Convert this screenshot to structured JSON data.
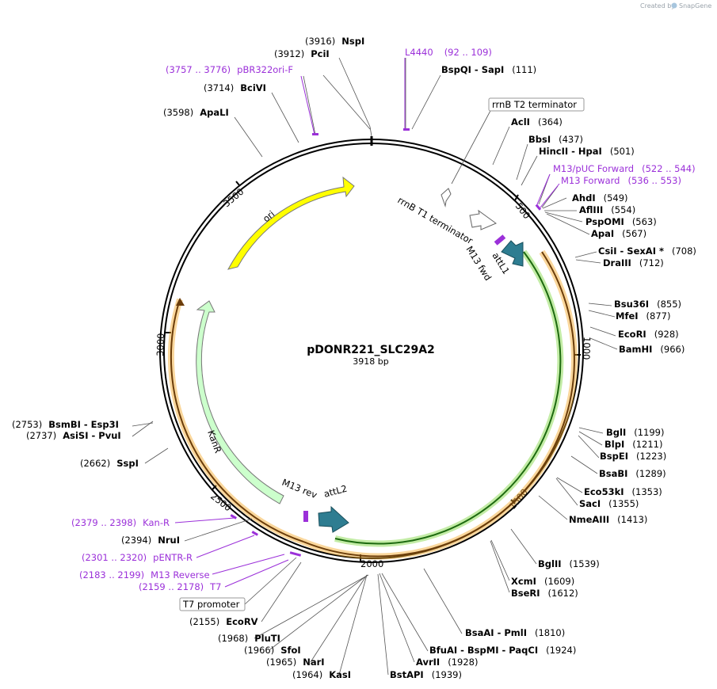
{
  "credit": {
    "text": "Created by",
    "brand": "SnapGene"
  },
  "plasmid": {
    "name": "pDONR221_SLC29A2",
    "length": "3918 bp",
    "total_bp": 3918
  },
  "ticks": [
    "500",
    "1000",
    "1500",
    "2000",
    "2500",
    "3000",
    "3500"
  ],
  "sites": [
    {
      "pos": "(3916)",
      "name": "NspI"
    },
    {
      "pos": "(3912)",
      "name": "PciI"
    },
    {
      "pos": "(3714)",
      "name": "BciVI"
    },
    {
      "pos": "(3598)",
      "name": "ApaLI"
    },
    {
      "name": "BspQI",
      "name2": "SapI",
      "pos": "(111)"
    },
    {
      "name": "AclI",
      "pos": "(364)"
    },
    {
      "name": "BbsI",
      "pos": "(437)"
    },
    {
      "name": "HincII",
      "name2": "HpaI",
      "pos": "(501)"
    },
    {
      "name": "AhdI",
      "pos": "(549)"
    },
    {
      "name": "AflIII",
      "pos": "(554)"
    },
    {
      "name": "PspOMI",
      "pos": "(563)"
    },
    {
      "name": "ApaI",
      "pos": "(567)"
    },
    {
      "name": "CsiI",
      "name2": "SexAI *",
      "pos": "(708)"
    },
    {
      "name": "DraIII",
      "pos": "(712)"
    },
    {
      "name": "Bsu36I",
      "pos": "(855)"
    },
    {
      "name": "MfeI",
      "pos": "(877)"
    },
    {
      "name": "EcoRI",
      "pos": "(928)"
    },
    {
      "name": "BamHI",
      "pos": "(966)"
    },
    {
      "name": "BglI",
      "pos": "(1199)"
    },
    {
      "name": "BlpI",
      "pos": "(1211)"
    },
    {
      "name": "BspEI",
      "pos": "(1223)"
    },
    {
      "name": "BsaBI",
      "pos": "(1289)"
    },
    {
      "name": "Eco53kI",
      "pos": "(1353)"
    },
    {
      "name": "SacI",
      "pos": "(1355)"
    },
    {
      "name": "NmeAIII",
      "pos": "(1413)"
    },
    {
      "name": "BglII",
      "pos": "(1539)"
    },
    {
      "name": "XcmI",
      "pos": "(1609)"
    },
    {
      "name": "BseRI",
      "pos": "(1612)"
    },
    {
      "name": "BsaAI",
      "name2": "PmlI",
      "pos": "(1810)"
    },
    {
      "name": "BfuAI",
      "name2": "BspMI",
      "name3": "PaqCI",
      "pos": "(1924)"
    },
    {
      "name": "AvrII",
      "pos": "(1928)"
    },
    {
      "name": "BstAPI",
      "pos": "(1939)"
    },
    {
      "pos": "(2753)",
      "name": "BsmBI",
      "name2": "Esp3I"
    },
    {
      "pos": "(2737)",
      "name": "AsiSI",
      "name2": "PvuI"
    },
    {
      "pos": "(2662)",
      "name": "SspI"
    },
    {
      "pos": "(2394)",
      "name": "NruI"
    },
    {
      "pos": "(2155)",
      "name": "EcoRV"
    },
    {
      "pos": "(1968)",
      "name": "PluTI"
    },
    {
      "pos": "(1966)",
      "name": "SfoI"
    },
    {
      "pos": "(1965)",
      "name": "NarI"
    },
    {
      "pos": "(1964)",
      "name": "KasI"
    }
  ],
  "primers": [
    {
      "name": "L4440",
      "range": "(92 .. 109)"
    },
    {
      "name": "pBR322ori-F",
      "range": "(3757 .. 3776)"
    },
    {
      "name": "M13/pUC Forward",
      "range": "(522 .. 544)"
    },
    {
      "name": "M13 Forward",
      "range": "(536 .. 553)"
    },
    {
      "name": "Kan-R",
      "range": "(2379 .. 2398)"
    },
    {
      "name": "pENTR-R",
      "range": "(2301 .. 2320)"
    },
    {
      "name": "M13 Reverse",
      "range": "(2183 .. 2199)"
    },
    {
      "name": "T7",
      "range": "(2159 .. 2178)"
    }
  ],
  "boxed_features": [
    "rrnB T2 terminator",
    "T7 promoter"
  ],
  "features": {
    "ori": "ori",
    "kanr": "KanR",
    "rrnb_t1": "rrnB T1 terminator",
    "m13_fwd": "M13 fwd",
    "attl1": "attL1",
    "m13_rev": "M13 rev",
    "attl2": "attL2"
  },
  "colors": {
    "ori": "#ffff00",
    "kanr": "#ccffcc",
    "att": "#2e7d91",
    "primer": "#9b30d9",
    "insert_orange": "#f5a623",
    "insert_green": "#7ad43a"
  }
}
